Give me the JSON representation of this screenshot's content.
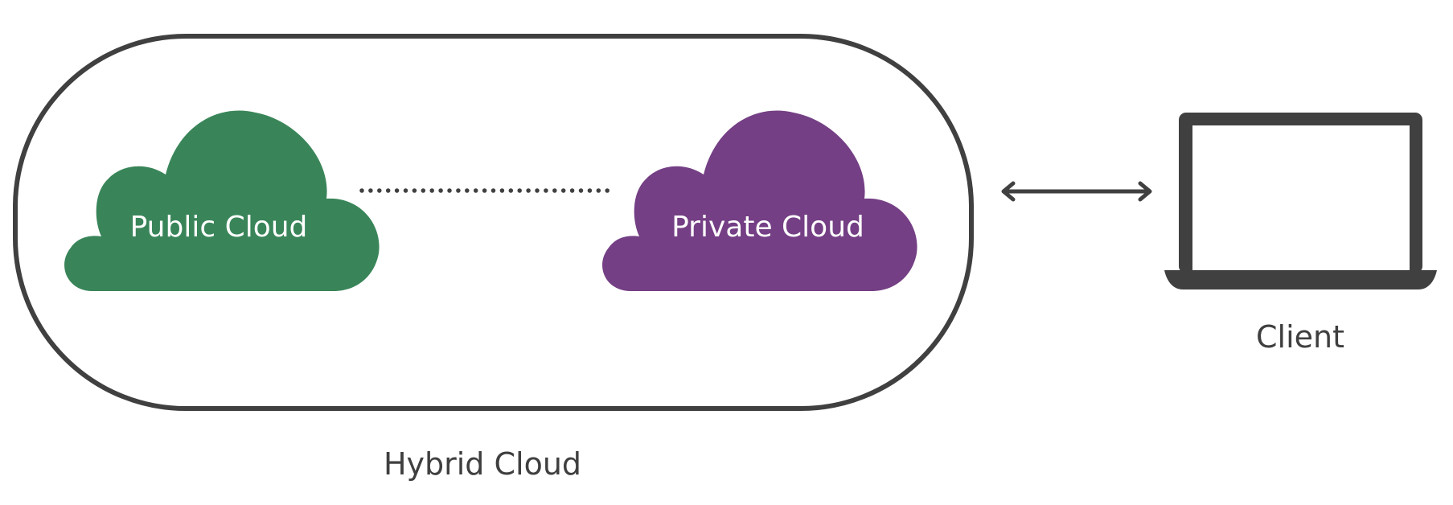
{
  "colors": {
    "public_cloud": "#398559",
    "private_cloud": "#743F84",
    "outline": "#404040",
    "label_text": "#ffffff",
    "caption_text": "#3f3f3f"
  },
  "hybrid": {
    "caption": "Hybrid Cloud"
  },
  "public_cloud": {
    "label": "Public Cloud",
    "icon": "cloud-icon"
  },
  "private_cloud": {
    "label": "Private Cloud",
    "icon": "cloud-icon"
  },
  "connection": {
    "style": "dotted-line"
  },
  "link": {
    "icon": "double-arrow-icon"
  },
  "client": {
    "label": "Client",
    "icon": "laptop-icon"
  }
}
